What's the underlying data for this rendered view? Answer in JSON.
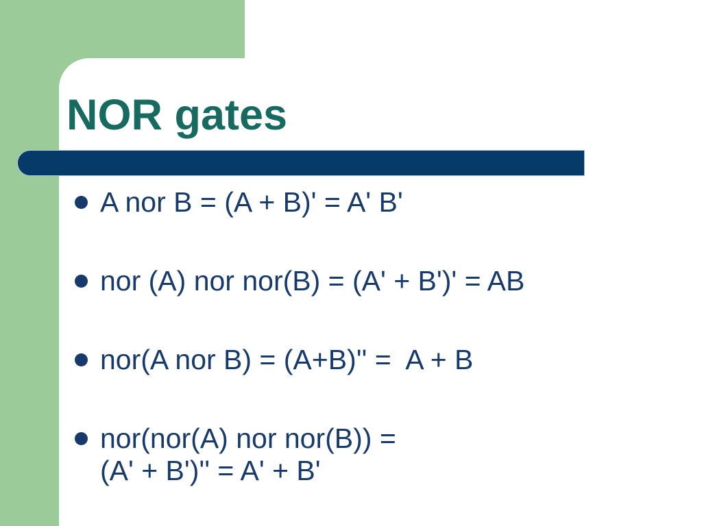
{
  "slide": {
    "title": "NOR gates",
    "bullets": [
      "A nor B = (A + B)' = A' B'",
      "nor (A) nor nor(B) = (A' + B')' = AB",
      "nor(A nor B) = (A+B)'' =  A + B",
      "nor(nor(A) nor nor(B)) =\n(A' + B')'' = A' + B'"
    ]
  },
  "colors": {
    "bg_green": "#9BCB98",
    "bar_navy": "#053A69",
    "bar_edge": "#AFC7DE",
    "title_teal": "#166A60",
    "text_navy": "#173A6C",
    "panel_white": "#FFFFFF"
  }
}
